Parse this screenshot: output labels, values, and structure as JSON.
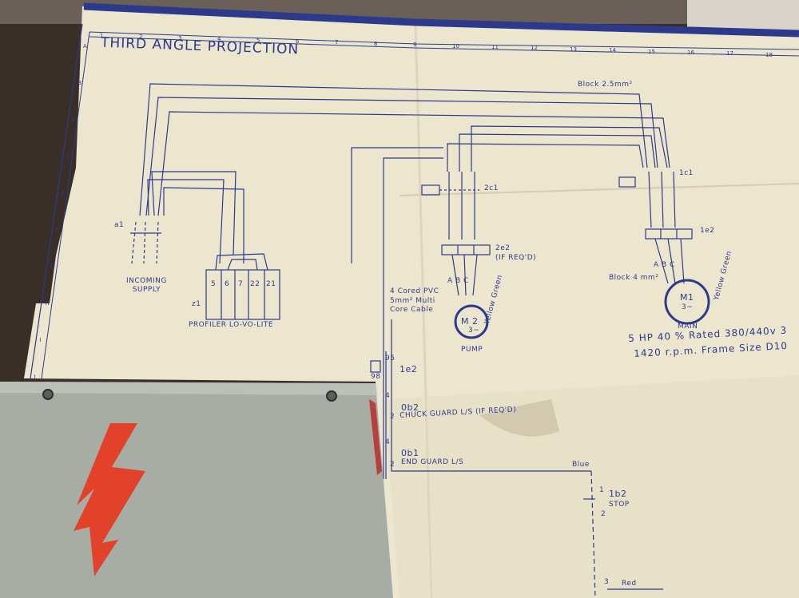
{
  "drawing": {
    "title": "THIRD ANGLE PROJECTION",
    "labels": {
      "incoming_supply": "INCOMING\nSUPPLY",
      "profiler": "PROFILER  LO-VO-LITE",
      "z1": "z1",
      "a1": "a1",
      "cable_note": "4 Cored PVC\n5mm² Multi\nCore Cable",
      "m2": "M 2",
      "m2_phase": "3~",
      "pump": "PUMP",
      "m1": "M1",
      "m1_phase": "3~",
      "main": "MAIN",
      "block_top": "Block 2.5mm²",
      "block_4": "Block 4 mm²",
      "spec_line1": "5 HP  40 % Rated  380/440v 3",
      "spec_line2": "1420 r.p.m. Frame Size  D10",
      "c2": "2c1",
      "e2": "2e2",
      "e2_note": "(IF REQ'D)",
      "c1": "1c1",
      "e1_right": "1e2",
      "e1": "1e2",
      "ob2": "0b2",
      "chuck": "CHUCK GUARD L/S (IF REQ'D)",
      "ob1": "0b1",
      "end_guard": "END GUARD L/S",
      "blue": "Blue",
      "stop_id": "1b2",
      "stop": "STOP",
      "red": "Red",
      "yellow_green": "Yellow Green",
      "terminals": [
        "5",
        "6",
        "7",
        "22",
        "21"
      ],
      "abc_left": "A  B  C",
      "abc_right": "A  B  C",
      "num_95": "95",
      "num_98": "98",
      "num_4a": "4",
      "num_2a": "2",
      "num_4b": "4",
      "num_2b": "2",
      "num_1": "1",
      "num_2c": "2",
      "num_3": "3"
    },
    "col_numbers": [
      "1",
      "2",
      "3",
      "4",
      "5",
      "6",
      "7",
      "8",
      "9",
      "10",
      "11",
      "12",
      "13",
      "14",
      "15",
      "16",
      "17",
      "18"
    ],
    "row_letters": [
      "A",
      "B",
      "C",
      "D",
      "E",
      "F",
      "G",
      "H",
      "I",
      "J"
    ]
  },
  "colors": {
    "paper": "#ece6cf",
    "ink": "#2d3a8c",
    "panel": "#a7aca5",
    "bolt_red": "#e2412a"
  },
  "icons": [
    "lightning-bolt-icon",
    "screw-icon",
    "motor-icon"
  ]
}
